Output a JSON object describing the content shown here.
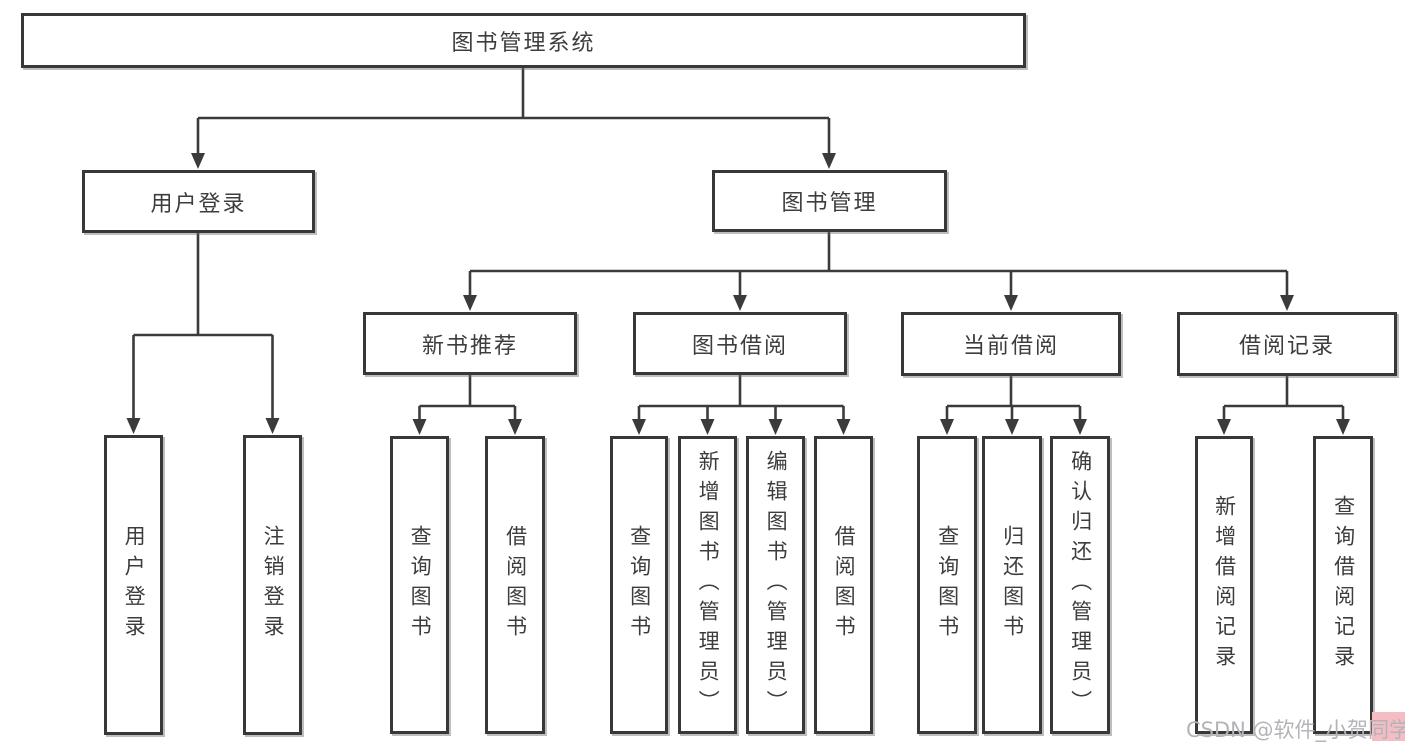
{
  "colors": {
    "line": "#3b3b3b",
    "box_border": "#383838",
    "text": "#3d3d3d",
    "watermark_text": "#b4b4b8",
    "watermark_highlight": "#f3bdc3"
  },
  "nodes": {
    "root": "图书管理系统",
    "user_login": "用户登录",
    "book_mgmt": "图书管理",
    "new_book": "新书推荐",
    "book_borrow": "图书借阅",
    "current_borrow": "当前借阅",
    "borrow_record": "借阅记录",
    "leaf_user_login": "用户登录",
    "leaf_logout": "注销登录",
    "leaf_newbook_query": "查询图书",
    "leaf_newbook_borrow": "借阅图书",
    "leaf_borrow_query": "查询图书",
    "leaf_borrow_add": "新增图书（管理员）",
    "leaf_borrow_edit": "编辑图书（管理员）",
    "leaf_borrow_borrow": "借阅图书",
    "leaf_current_query": "查询图书",
    "leaf_current_return": "归还图书",
    "leaf_current_confirm": "确认归还（管理员）",
    "leaf_record_add": "新增借阅记录",
    "leaf_record_query": "查询借阅记录"
  },
  "hierarchy": {
    "图书管理系统": [
      "用户登录",
      "图书管理"
    ],
    "用户登录": [
      "用户登录",
      "注销登录"
    ],
    "图书管理": [
      "新书推荐",
      "图书借阅",
      "当前借阅",
      "借阅记录"
    ],
    "新书推荐": [
      "查询图书",
      "借阅图书"
    ],
    "图书借阅": [
      "查询图书",
      "新增图书（管理员）",
      "编辑图书（管理员）",
      "借阅图书"
    ],
    "当前借阅": [
      "查询图书",
      "归还图书",
      "确认归还（管理员）"
    ],
    "借阅记录": [
      "新增借阅记录",
      "查询借阅记录"
    ]
  },
  "watermark": {
    "text": "CSDN @软件_小贺同学"
  }
}
